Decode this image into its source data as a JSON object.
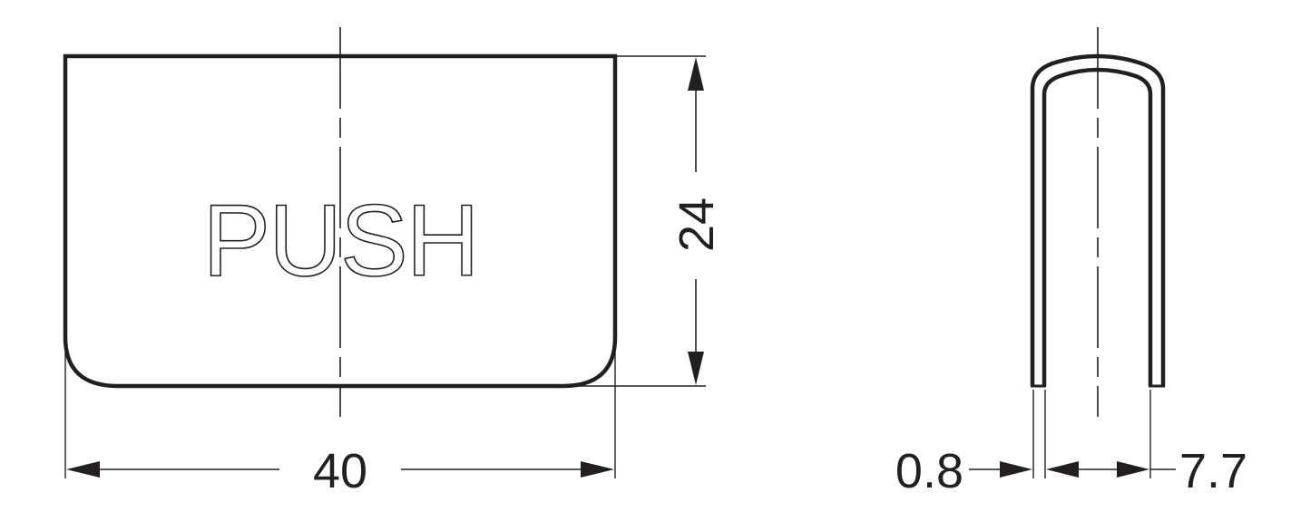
{
  "front_view": {
    "label": "PUSH",
    "width_dimension": "40",
    "height_dimension": "24"
  },
  "side_view": {
    "thickness_dimension": "0.8",
    "depth_dimension": "7.7"
  },
  "colors": {
    "line": "#231f20",
    "background": "#ffffff"
  }
}
